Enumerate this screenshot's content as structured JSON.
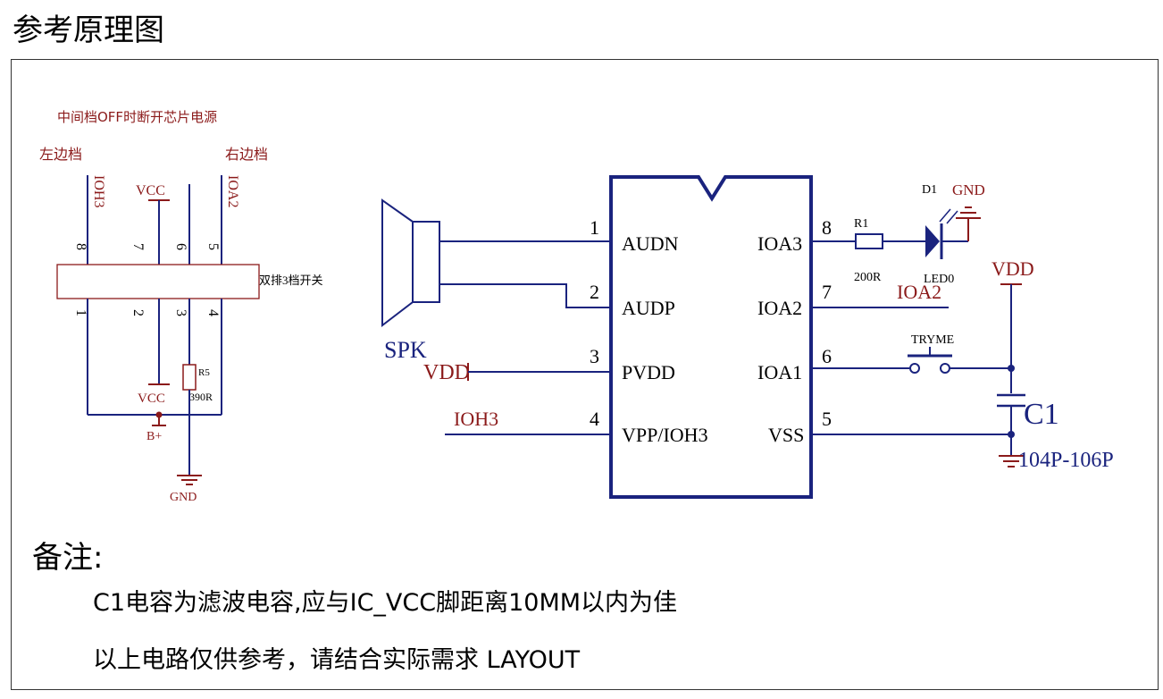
{
  "title": "参考原理图",
  "switch": {
    "header": "中间档OFF时断开芯片电源",
    "left_label": "左边档",
    "right_label": "右边档",
    "net_ioh3": "IOH3",
    "net_vcc_top": "VCC",
    "net_ioa2": "IOA2",
    "pins_top": [
      "8",
      "7",
      "6",
      "5"
    ],
    "pins_bottom": [
      "1",
      "2",
      "3",
      "4"
    ],
    "body_label": "双排3档开关",
    "r5_ref": "R5",
    "r5_val": "390R",
    "net_vcc_bottom": "VCC",
    "net_bplus": "B+",
    "net_gnd": "GND"
  },
  "chip": {
    "left_pins": [
      {
        "num": "1",
        "name": "AUDN"
      },
      {
        "num": "2",
        "name": "AUDP"
      },
      {
        "num": "3",
        "name": "PVDD"
      },
      {
        "num": "4",
        "name": "VPP/IOH3"
      }
    ],
    "right_pins": [
      {
        "num": "8",
        "name": "IOA3"
      },
      {
        "num": "7",
        "name": "IOA2"
      },
      {
        "num": "6",
        "name": "IOA1"
      },
      {
        "num": "5",
        "name": "VSS"
      }
    ]
  },
  "parts": {
    "speaker": "SPK",
    "vdd_left": "VDD",
    "ioh3_left": "IOH3",
    "r1_ref": "R1",
    "r1_val": "200R",
    "d1_ref": "D1",
    "d1_val": "LED0",
    "gnd_led": "GND",
    "ioa2_right": "IOA2",
    "vdd_right": "VDD",
    "button": "TRYME",
    "c1_ref": "C1",
    "c1_val": "104P-106P"
  },
  "notes": {
    "title": "备注:",
    "line1": "C1电容为滤波电容,应与IC_VCC脚距离10MM以内为佳",
    "line2": "以上电路仅供参考，请结合实际需求 LAYOUT"
  },
  "colors": {
    "wire": "#1a237e",
    "net_label": "#8b1a1a",
    "text": "#000000"
  }
}
